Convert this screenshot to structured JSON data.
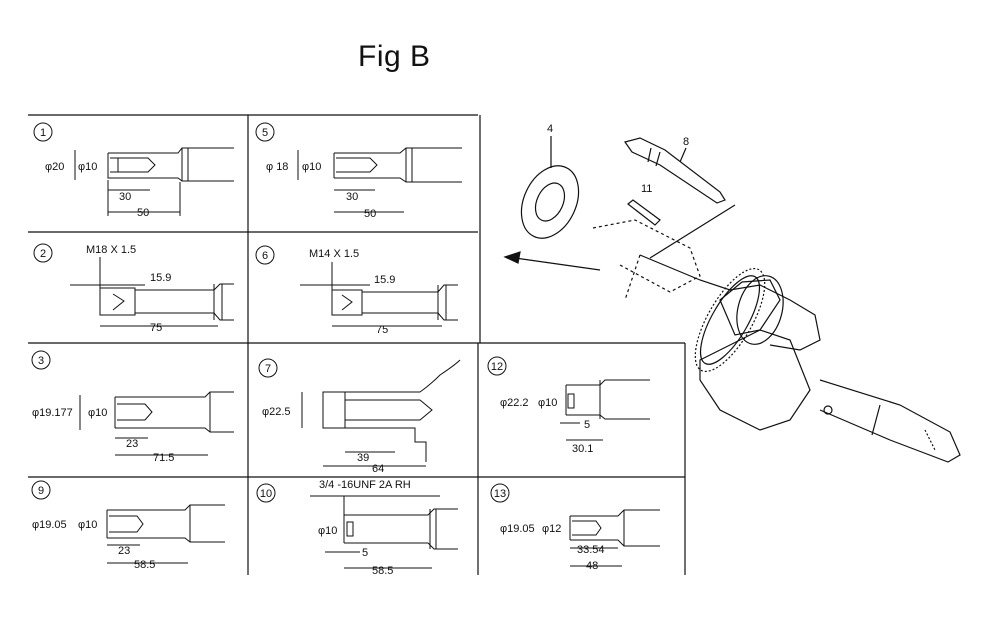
{
  "title": "Fig B",
  "panels": [
    {
      "id": "1",
      "dia": "φ20",
      "bore": "φ10",
      "dims": [
        "30",
        "50"
      ]
    },
    {
      "id": "2",
      "thread": "M18 X 1.5",
      "dims": [
        "15.9",
        "75"
      ]
    },
    {
      "id": "3",
      "dia": "φ19.177",
      "bore": "φ10",
      "dims": [
        "23",
        "71.5"
      ]
    },
    {
      "id": "9",
      "dia": "φ19.05",
      "bore": "φ10",
      "dims": [
        "23",
        "58.5"
      ]
    },
    {
      "id": "5",
      "dia": "φ 18",
      "bore": "φ10",
      "dims": [
        "30",
        "50"
      ]
    },
    {
      "id": "6",
      "thread": "M14 X 1.5",
      "dims": [
        "15.9",
        "75"
      ]
    },
    {
      "id": "7",
      "dia": "φ22.5",
      "dims": [
        "39",
        "64"
      ]
    },
    {
      "id": "10",
      "thread": "3/4 -16UNF 2A RH",
      "bore": "φ10",
      "dims": [
        "5",
        "58.5"
      ]
    },
    {
      "id": "12",
      "dia": "φ22.2",
      "bore": "φ10",
      "dims": [
        "5",
        "30.1"
      ]
    },
    {
      "id": "13",
      "dia": "φ19.05",
      "bore": "φ12",
      "dims": [
        "33.54",
        "48"
      ]
    }
  ],
  "callouts": [
    "4",
    "8",
    "11"
  ],
  "icons": {
    "arrow": "direction-arrow-icon",
    "crankshaft": "crankshaft-drawing"
  }
}
